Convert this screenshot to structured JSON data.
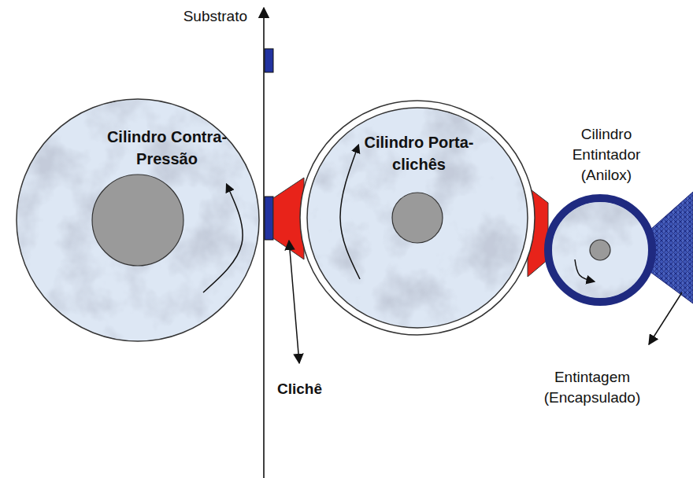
{
  "diagram": {
    "nodes": [
      {
        "text": [
          "Cilindro Contra-Pressão"
        ]
      },
      {
        "text": [
          "Cilindro Porta-clichês"
        ]
      },
      {
        "text": [
          "Cilindro Entintador (Anilox)"
        ]
      }
    ],
    "labels": [
      "Substrato",
      "Clichê",
      "Entintagem (Encapsulado)"
    ]
  }
}
